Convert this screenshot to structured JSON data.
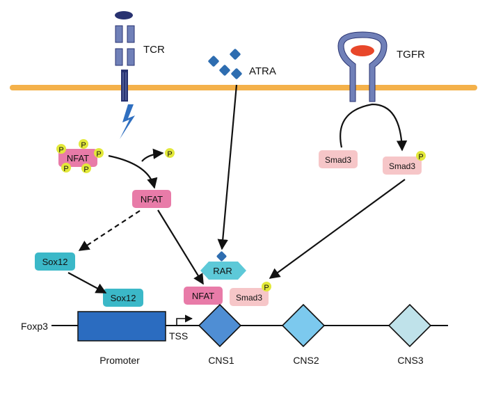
{
  "labels": {
    "tcr": "TCR",
    "atra": "ATRA",
    "tgfr": "TGFR",
    "nfat_p": "NFAT",
    "phosphate": "P",
    "nfat": "NFAT",
    "smad3_top": "Smad3",
    "smad3_p": "Smad3",
    "sox12_a": "Sox12",
    "sox12_b": "Sox12",
    "rar": "RAR",
    "nfat_bottom": "NFAT",
    "smad3_bottom": "Smad3",
    "foxp3": "Foxp3",
    "tss": "TSS",
    "promoter": "Promoter",
    "cns1": "CNS1",
    "cns2": "CNS2",
    "cns3": "CNS3"
  },
  "colors": {
    "membrane": "#F4B14A",
    "receptor": "#7080B8",
    "receptor_dark": "#283270",
    "lightning": "#2F6FC0",
    "atra": "#2E6DB0",
    "tgfr_ligand": "#E8472A",
    "nfat": "#E87BA8",
    "smad3": "#F6C6C8",
    "phosphate": "#E2E83A",
    "sox12": "#3BB8C8",
    "rar": "#5DC9D8",
    "promoter": "#2B6CC0",
    "cns1": "#4F8ED4",
    "cns2": "#7CC9EE",
    "cns3": "#BFE2EA"
  }
}
